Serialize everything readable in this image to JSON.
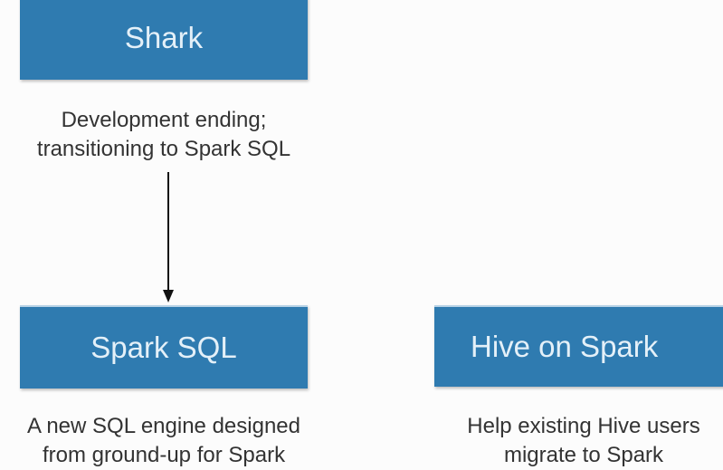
{
  "nodes": {
    "shark": {
      "label": "Shark",
      "caption": [
        "Development ending;",
        "transitioning to Spark SQL"
      ]
    },
    "spark_sql": {
      "label": "Spark SQL",
      "caption": [
        "A new SQL engine designed",
        "from ground-up for Spark"
      ]
    },
    "hive_on_spark": {
      "label": "Hive on Spark",
      "caption": [
        "Help existing Hive users",
        "migrate to Spark"
      ]
    }
  },
  "colors": {
    "box": "#2f7bb0",
    "text": "#333333"
  }
}
